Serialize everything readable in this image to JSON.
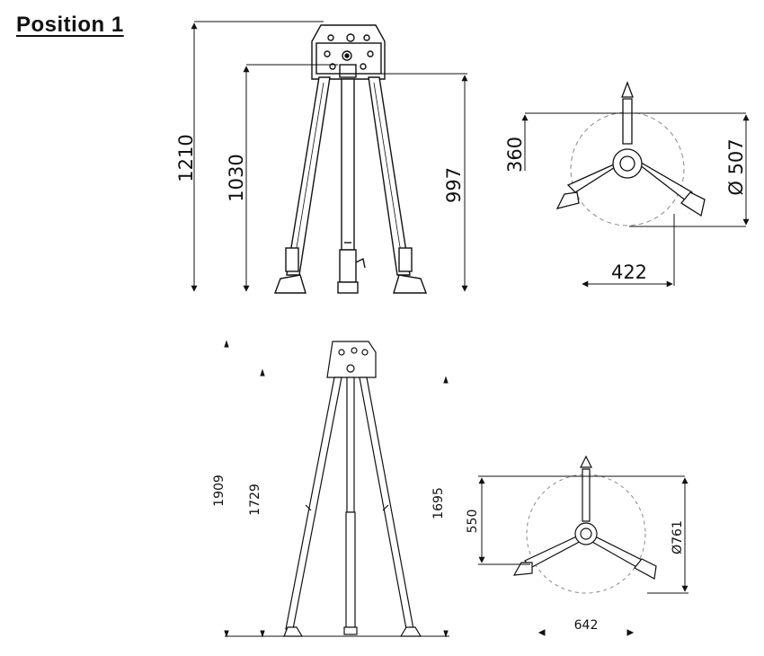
{
  "title": "Position 1",
  "position1": {
    "front_view": {
      "dim_total": "1210",
      "dim_mid": "1030",
      "dim_right": "997"
    },
    "top_view": {
      "dim_radius": "360",
      "dim_diameter": "Ø 507",
      "dim_width": "422"
    }
  },
  "position2": {
    "front_view": {
      "dim_total": "1909",
      "dim_mid": "1729",
      "dim_right": "1695"
    },
    "top_view": {
      "dim_radius": "550",
      "dim_diameter": "Ø761",
      "dim_width": "642"
    }
  },
  "colors": {
    "line": "#111111",
    "fill": "#ffffff",
    "circle": "#888888"
  }
}
